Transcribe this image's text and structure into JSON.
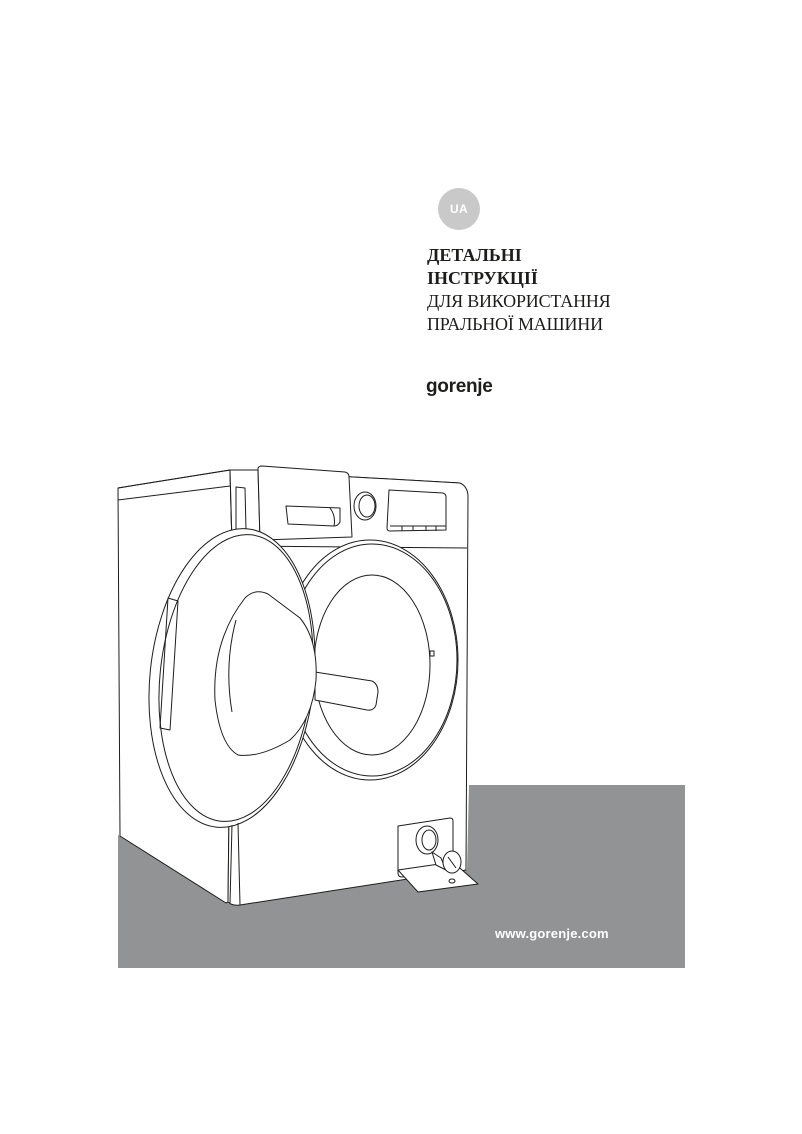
{
  "cover": {
    "language_badge": "UA",
    "title": {
      "line1": "ДЕТАЛЬНІ",
      "line2": "ІНСТРУКЦІЇ",
      "line3": "ДЛЯ ВИКОРИСТАННЯ",
      "line4": "ПРАЛЬНОЇ МАШИНИ"
    },
    "brand": "gorenje",
    "website": "www.gorenje.com",
    "illustration": {
      "subject": "washing-machine-front-loader-open-door",
      "floor_color": "#929395",
      "line_color": "#1d1d1b",
      "badge_color": "#c9c9ca"
    }
  }
}
